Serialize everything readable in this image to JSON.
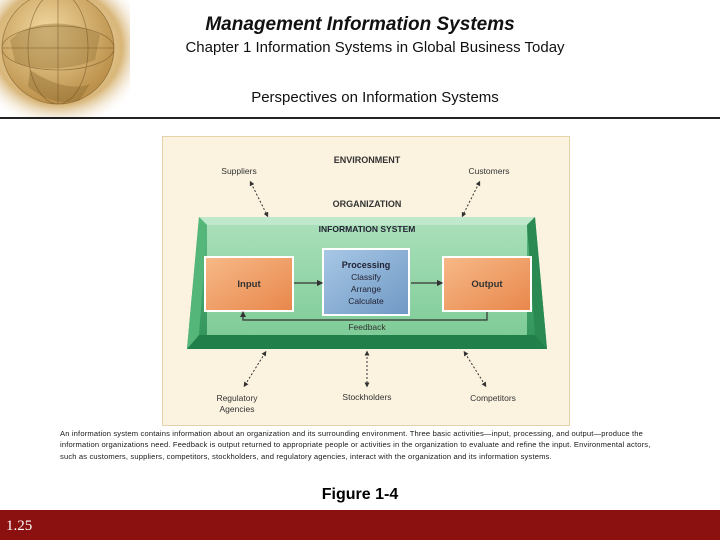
{
  "header": {
    "title": "Management Information Systems",
    "subtitle": "Chapter 1 Information Systems in Global Business Today"
  },
  "slide": {
    "section_title": "Perspectives on Information Systems",
    "figure_label": "Figure 1-4",
    "page_number": "1.25"
  },
  "diagram": {
    "environment_label": "ENVIRONMENT",
    "organization_label": "ORGANIZATION",
    "information_system_label": "INFORMATION SYSTEM",
    "actors": {
      "suppliers": "Suppliers",
      "customers": "Customers",
      "regulatory_line1": "Regulatory",
      "regulatory_line2": "Agencies",
      "stockholders": "Stockholders",
      "competitors": "Competitors"
    },
    "boxes": {
      "input": "Input",
      "processing": "Processing",
      "processing_steps": [
        "Classify",
        "Arrange",
        "Calculate"
      ],
      "output": "Output",
      "feedback": "Feedback"
    }
  },
  "caption": {
    "text": "An information system contains information about an organization and its surrounding environment. Three basic activities—input, processing, and output—produce the information organizations need. Feedback is output returned to appropriate people or activities in the organization to evaluate and refine the input. Environmental actors, such as customers, suppliers, competitors, stockholders, and regulatory agencies, interact with the organization and its information systems."
  },
  "colors": {
    "footer": "#8b1010",
    "organization_green": "#3fa46a",
    "system_green": "#c8ead0",
    "input_output_orange": "#f2a36a",
    "processing_blue": "#8fb5d8",
    "figure_background": "#fbf3e0"
  }
}
